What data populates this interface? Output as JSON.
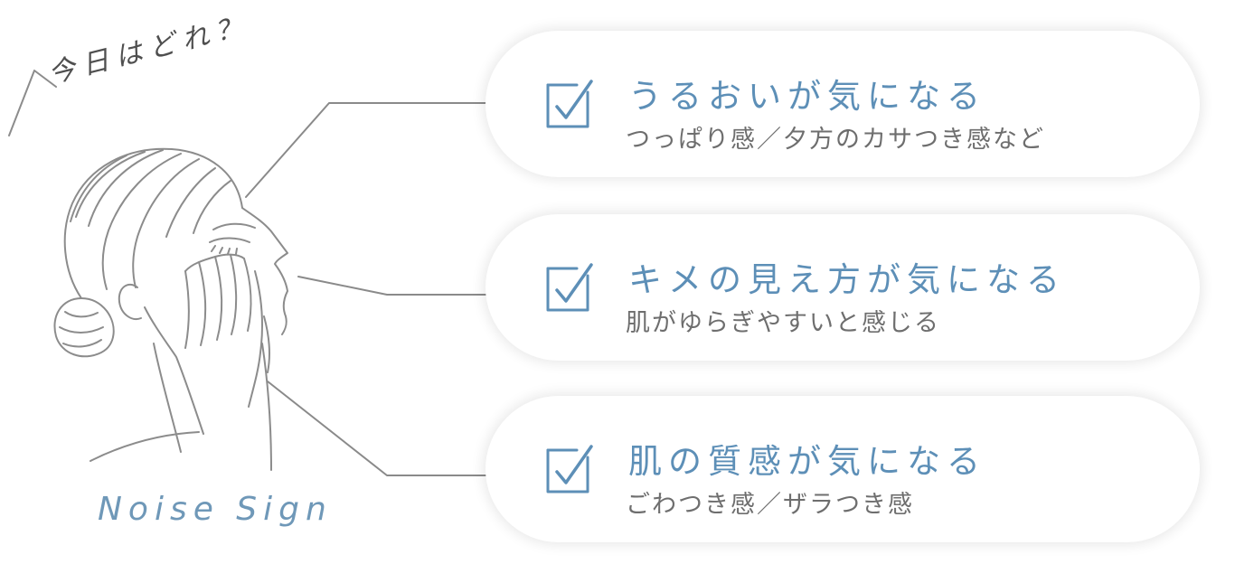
{
  "header_note": "今日はどれ？",
  "brand_label": "Noise Sign",
  "cards": [
    {
      "title": "うるおいが気になる",
      "description": "つっぱり感／夕方のカサつき感など"
    },
    {
      "title": "キメの見え方が気になる",
      "description": "肌がゆらぎやすいと感じる"
    },
    {
      "title": "肌の質感が気になる",
      "description": "ごわつき感／ザラつき感"
    }
  ],
  "colors": {
    "accent": "#5d8fb7",
    "text": "#6e6e6e",
    "line": "#8a8a8a"
  }
}
